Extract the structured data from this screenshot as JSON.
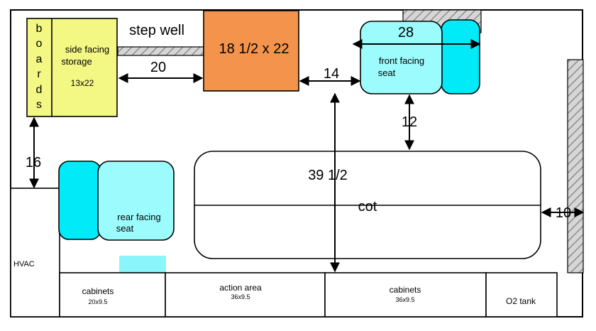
{
  "colors": {
    "boards_fill": "#f3f784",
    "step_block_fill": "#f4944c",
    "seat_light": "#9cfbfd",
    "seat_dark": "#00eaf8",
    "hatch_fill": "#d6d6d6",
    "line": "#000000",
    "small_cyan_rect": "#8af5fa"
  },
  "labels": {
    "boards_letters": [
      "b",
      "o",
      "a",
      "r",
      "d",
      "s"
    ],
    "side_storage_line1": "side facing",
    "side_storage_line2": "storage",
    "side_storage_size": "13x22",
    "step_well": "step well",
    "step_block_size": "18 1/2 x 22",
    "front_seat_line1": "front facing",
    "front_seat_line2": "seat",
    "rear_seat_line1": "rear facing",
    "rear_seat_line2": "seat",
    "cot": "cot",
    "hvac": "HVAC",
    "cabinets_left": "cabinets",
    "cabinets_left_size": "20x9.5",
    "action_area": "action area",
    "action_area_size": "36x9.5",
    "cabinets_right": "cabinets",
    "cabinets_right_size": "36x9.5",
    "o2_tank": "O2 tank"
  },
  "dimensions": {
    "dim_20": "20",
    "dim_14": "14",
    "dim_28": "28",
    "dim_12": "12",
    "dim_16": "16",
    "dim_39_half": "39 1/2",
    "dim_10": "10"
  }
}
